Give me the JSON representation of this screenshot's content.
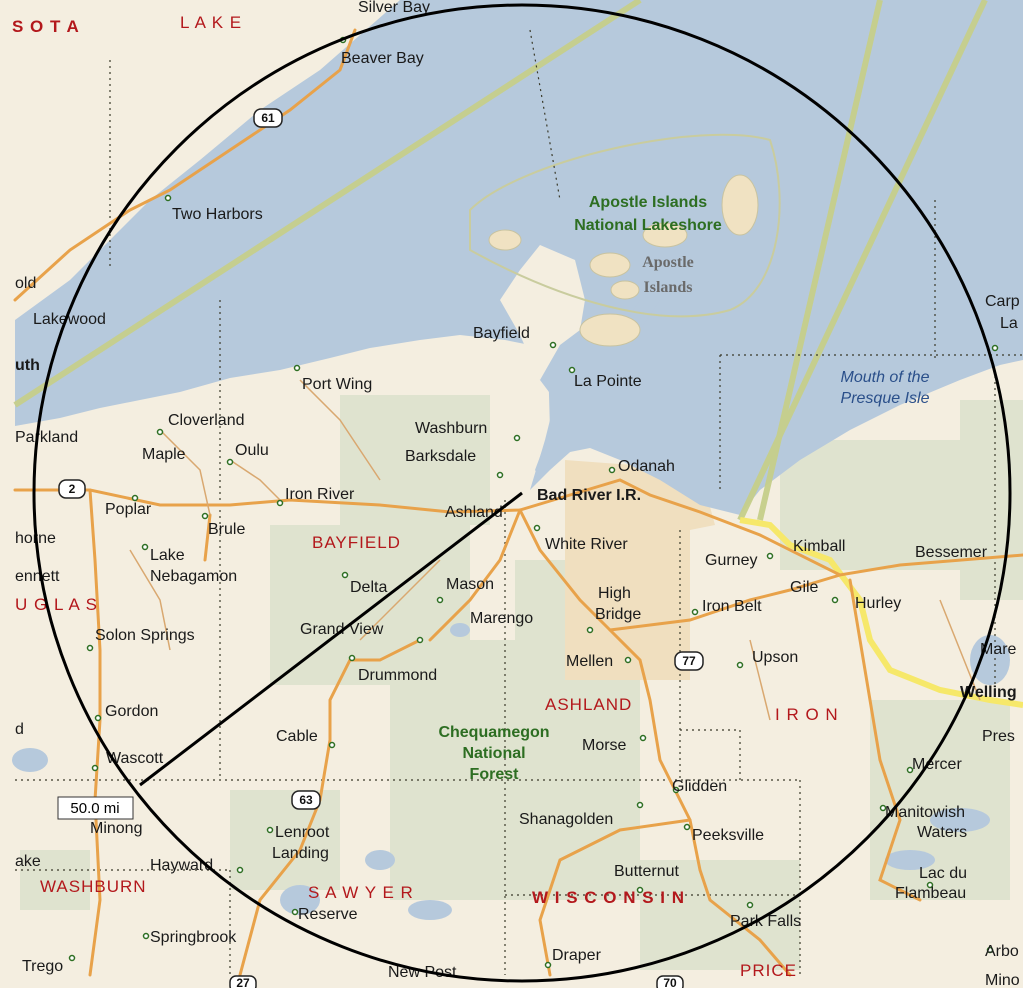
{
  "map": {
    "colors": {
      "water": "#b6c9dc",
      "land": "#f4eee0",
      "forest": "#dfe3cf",
      "reservation": "#f0dfbf",
      "road": "#e8a24a",
      "state_border": "#c6cf8a",
      "circle": "#000000"
    },
    "measure": {
      "radius_label": "50.0 mi"
    },
    "regions": {
      "minnesota": "S O T A",
      "lake": "L A K E",
      "bayfield": "BAYFIELD",
      "douglas": "U G L A S",
      "ashland": "ASHLAND",
      "iron": "I R O N",
      "washburn": "WASHBURN",
      "sawyer": "S A W Y E R",
      "wisconsin": "W I S C O N S I N",
      "price": "PRICE"
    },
    "parks": {
      "apostle_1": "Apostle Islands",
      "apostle_2": "National Lakeshore",
      "cheq_1": "Chequamegon",
      "cheq_2": "National",
      "cheq_3": "Forest"
    },
    "islands": {
      "line1": "Apostle",
      "line2": "Islands"
    },
    "water_labels": {
      "mouth_1": "Mouth of the",
      "mouth_2": "Presque Isle"
    },
    "highways": {
      "h61": "61",
      "h2": "2",
      "h63": "63",
      "h77": "77",
      "h27": "27",
      "h70": "70"
    },
    "towns": {
      "silver_bay": "Silver Bay",
      "beaver_bay": "Beaver Bay",
      "two_harbors": "Two Harbors",
      "old": "old",
      "lakewood": "Lakewood",
      "uth": "uth",
      "port_wing": "Port Wing",
      "bayfield": "Bayfield",
      "la_pointe": "La Pointe",
      "carp": "Carp",
      "la": "La",
      "cloverland": "Cloverland",
      "parkland": "Parkland",
      "oulu": "Oulu",
      "washburn": "Washburn",
      "barksdale": "Barksdale",
      "odanah": "Odanah",
      "bad_river": "Bad River I.R.",
      "maple": "Maple",
      "iron_river": "Iron River",
      "ashland": "Ashland",
      "poplar": "Poplar",
      "brule": "Brule",
      "white_river": "White River",
      "gurney": "Gurney",
      "kimball": "Kimball",
      "bessemer": "Bessemer",
      "horne": "horne",
      "lake_neb_1": "Lake",
      "lake_neb_2": "Nebagamon",
      "ennett": "ennett",
      "delta": "Delta",
      "mason": "Mason",
      "high_bridge_1": "High",
      "high_bridge_2": "Bridge",
      "gile": "Gile",
      "hurley": "Hurley",
      "iron_belt": "Iron Belt",
      "marengo": "Marengo",
      "solon_springs": "Solon Springs",
      "grand_view": "Grand View",
      "mellen": "Mellen",
      "upson": "Upson",
      "mare": "Mare",
      "drummond": "Drummond",
      "welling": "Welling",
      "gordon": "Gordon",
      "d": "d",
      "cable": "Cable",
      "morse": "Morse",
      "pres": "Pres",
      "wascott": "Wascott",
      "mercer": "Mercer",
      "glidden": "Glidden",
      "minong": "Minong",
      "manitowish_1": "Manitowish",
      "manitowish_2": "Waters",
      "lenroot_1": "Lenroot",
      "lenroot_2": "Landing",
      "shanagolden": "Shanagolden",
      "peeksville": "Peeksville",
      "ake": "ake",
      "hayward": "Hayward",
      "butternut": "Butternut",
      "lac_du_1": "Lac du",
      "lac_du_2": "Flambeau",
      "reserve": "Reserve",
      "park_falls": "Park Falls",
      "springbrook": "Springbrook",
      "arbo": "Arbo",
      "trego": "Trego",
      "new_post": "New Post",
      "draper": "Draper",
      "mino": "Mino"
    }
  }
}
